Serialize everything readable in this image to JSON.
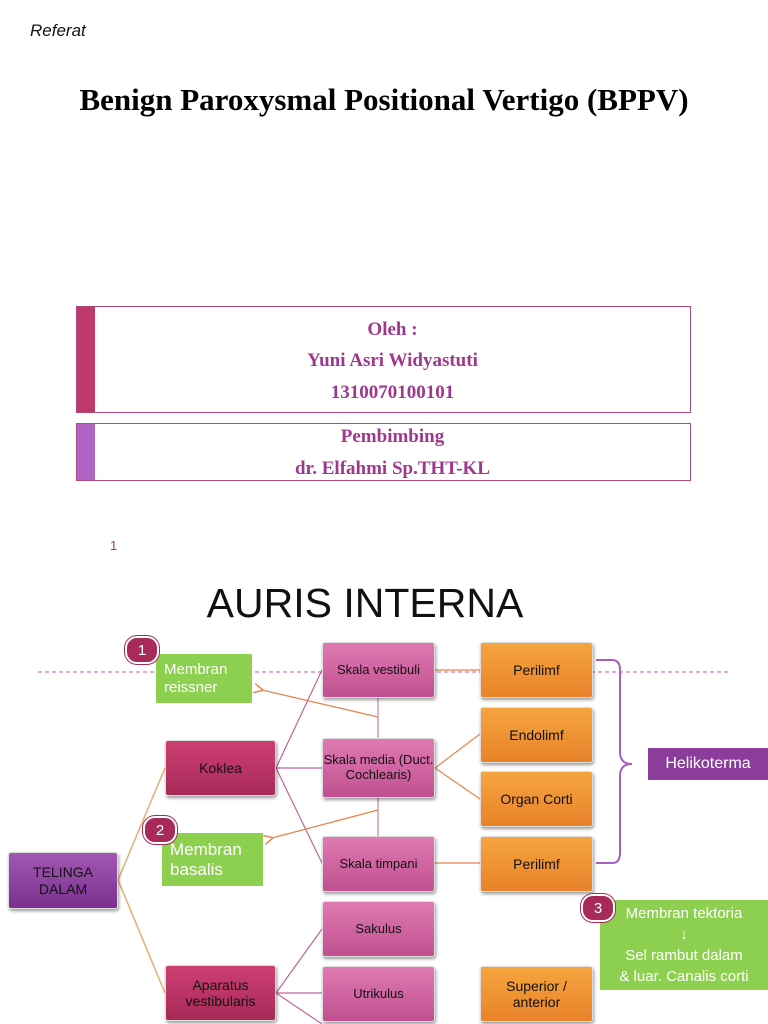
{
  "header": {
    "doc_type": "Referat",
    "title": "Benign Paroxysmal Positional Vertigo (BPPV)"
  },
  "author_box": {
    "line1": "Oleh :",
    "line2": "Yuni Asri Widyastuti",
    "line3": "1310070100101",
    "bar_color": "#c0396b"
  },
  "supervisor_box": {
    "line1": "Pembimbing",
    "line2": "dr. Elfahmi Sp.THT-KL",
    "bar_color": "#b064c4"
  },
  "page_number": "1",
  "slide": {
    "title": "AURIS INTERNA",
    "nodes": {
      "root": "TELINGA DALAM",
      "koklea": "Koklea",
      "aparatus": "Aparatus vestibularis",
      "skala_vestibuli": "Skala vestibuli",
      "skala_media": "Skala media (Duct. Cochlearis)",
      "skala_timpani": "Skala timpani",
      "sakulus": "Sakulus",
      "utrikulus": "Utrikulus",
      "perilimf_1": "Perilimf",
      "endolimf": "Endolimf",
      "organ_corti": "Organ Corti",
      "perilimf_2": "Perilimf",
      "superior": "Superior / anterior",
      "helikoterma": "Helikoterma",
      "membran_reissner": "Membran reissner",
      "membran_basalis": "Membran basalis",
      "membran_tektoria_1": "Membran tektoria",
      "membran_tektoria_arrow": "↓",
      "membran_tektoria_2": "Sel rambut dalam",
      "membran_tektoria_3": "& luar. Canalis corti"
    },
    "badges": {
      "b1": "1",
      "b2": "2",
      "b3": "3"
    },
    "colors": {
      "root": "#8b3d9e",
      "dark_pink": "#b8305f",
      "pink": "#d0619f",
      "orange": "#ef8f32",
      "green": "#8dd04f",
      "purple": "#8a3d9a"
    }
  }
}
